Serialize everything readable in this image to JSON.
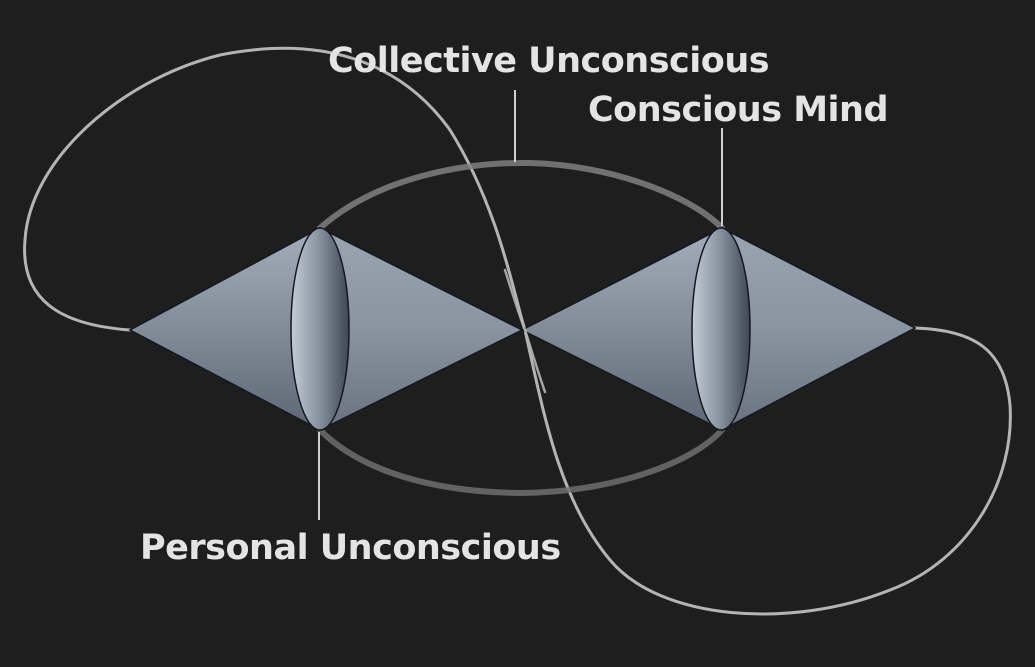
{
  "labels": {
    "collective_unconscious": "Collective Unconscious",
    "conscious_mind": "Conscious Mind",
    "personal_unconscious": "Personal Unconscious"
  },
  "colors": {
    "background": "#1e1e1e",
    "outer_loop": "#b4b4b4",
    "inner_loop": "#7a7a7a",
    "cone_light": "#9ba6b2",
    "cone_dark": "#566170",
    "cone_outline": "#141820",
    "label_text": "#e4e4e4",
    "leader_line": "#cfcfcf"
  }
}
